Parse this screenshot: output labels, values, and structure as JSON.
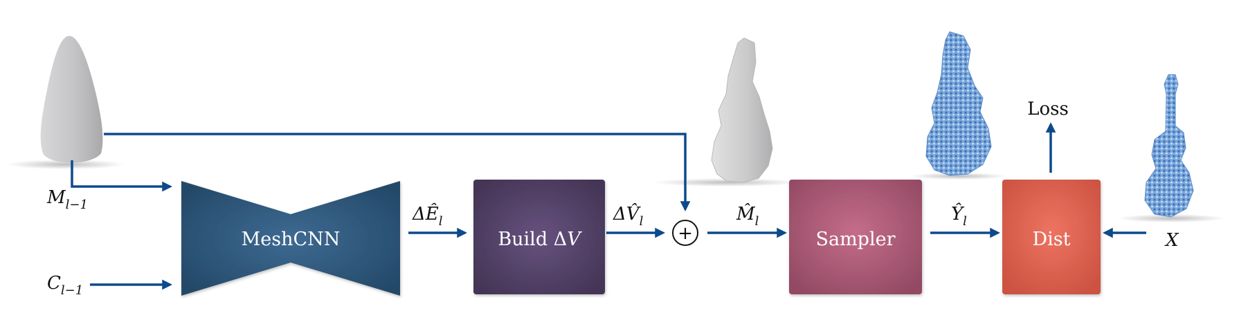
{
  "blocks": {
    "meshcnn": {
      "label": "MeshCNN",
      "color": "#2d5577"
    },
    "build": {
      "label_prefix": "Build Δ",
      "label_var": "V",
      "color": "#4f3f66"
    },
    "sampler": {
      "label": "Sampler",
      "color": "#a85a76"
    },
    "dist": {
      "label": "Dist",
      "color": "#e0604e"
    }
  },
  "symbols": {
    "m_prev": {
      "base": "M",
      "sub": "l−1"
    },
    "c_prev": {
      "base": "C",
      "sub": "l−1"
    },
    "delta_e": {
      "base": "ΔÊ",
      "sub": "l"
    },
    "delta_v": {
      "base": "ΔV̂",
      "sub": "l"
    },
    "m_hat": {
      "base": "M̂",
      "sub": "l"
    },
    "y_hat": {
      "base": "Ŷ",
      "sub": "l"
    },
    "x": "X",
    "plus": "+",
    "loss": "Loss"
  },
  "colors": {
    "arrow": "#0d4a8c",
    "grey_mesh": "#c7c7c9",
    "blue_points": "#6b9bd6"
  },
  "icons": [
    "input-cone-mesh-icon",
    "deformed-mesh-icon",
    "sampled-point-cloud-icon",
    "target-guitar-point-cloud-icon"
  ]
}
